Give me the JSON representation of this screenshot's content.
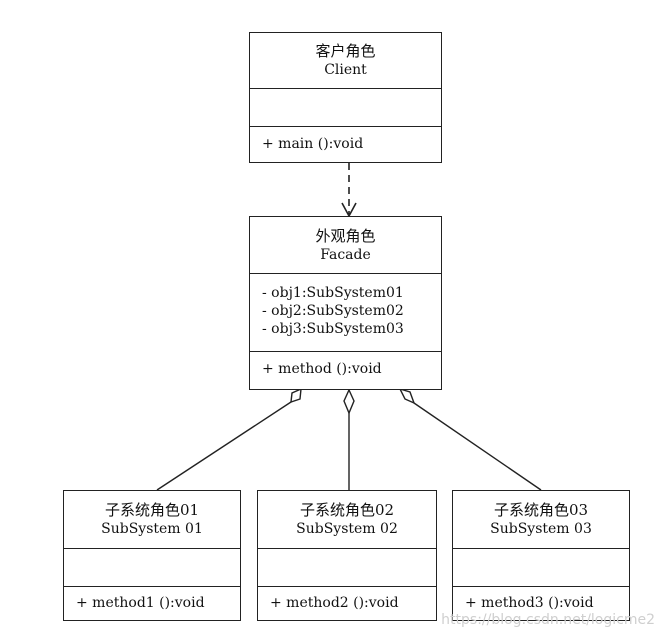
{
  "client": {
    "cn": "客户角色",
    "en": "Client",
    "attributes": [],
    "operations": [
      "+ main ():void"
    ]
  },
  "facade": {
    "cn": "外观角色",
    "en": "Facade",
    "attributes": [
      "- obj1:SubSystem01",
      "- obj2:SubSystem02",
      "- obj3:SubSystem03"
    ],
    "operations": [
      "+ method ():void"
    ]
  },
  "subsystems": [
    {
      "cn": "子系统角色01",
      "en": "SubSystem  01",
      "operations": [
        "+ method1 ():void"
      ]
    },
    {
      "cn": "子系统角色02",
      "en": "SubSystem  02",
      "operations": [
        "+ method2 ():void"
      ]
    },
    {
      "cn": "子系统角色03",
      "en": "SubSystem  03",
      "operations": [
        "+ method3 ():void"
      ]
    }
  ],
  "relations": [
    {
      "type": "dependency",
      "from": "Client",
      "to": "Facade"
    },
    {
      "type": "aggregation",
      "from": "Facade",
      "to": "SubSystem  01"
    },
    {
      "type": "aggregation",
      "from": "Facade",
      "to": "SubSystem  02"
    },
    {
      "type": "aggregation",
      "from": "Facade",
      "to": "SubSystem  03"
    }
  ],
  "watermark": "https://blog.csdn.net/logicme2"
}
